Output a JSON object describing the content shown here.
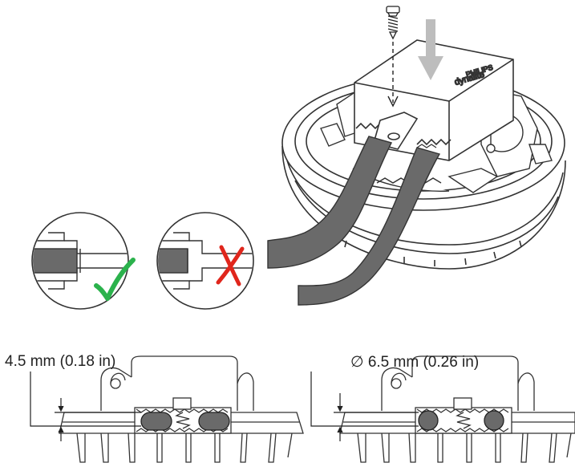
{
  "figure": {
    "brand_small": "PHILIPS",
    "brand_main": "dynalite",
    "annotations": {
      "flat_cable_dimension": "4.5 mm (0.18 in)",
      "round_cable_dimension": "∅ 6.5 mm (0.26 in)"
    },
    "indicators": {
      "correct_mark": "✓",
      "correct_color": "#2bb24c",
      "incorrect_mark": "✗",
      "incorrect_color": "#e0261c"
    },
    "colors": {
      "line": "#333333",
      "cable": "#666666",
      "arrow": "#bdbdbd",
      "cable_cross_section": "#6a6a6a"
    },
    "icons": [
      "screw-icon",
      "down-arrow-icon",
      "checkmark-icon",
      "cross-icon",
      "diameter-icon"
    ]
  }
}
